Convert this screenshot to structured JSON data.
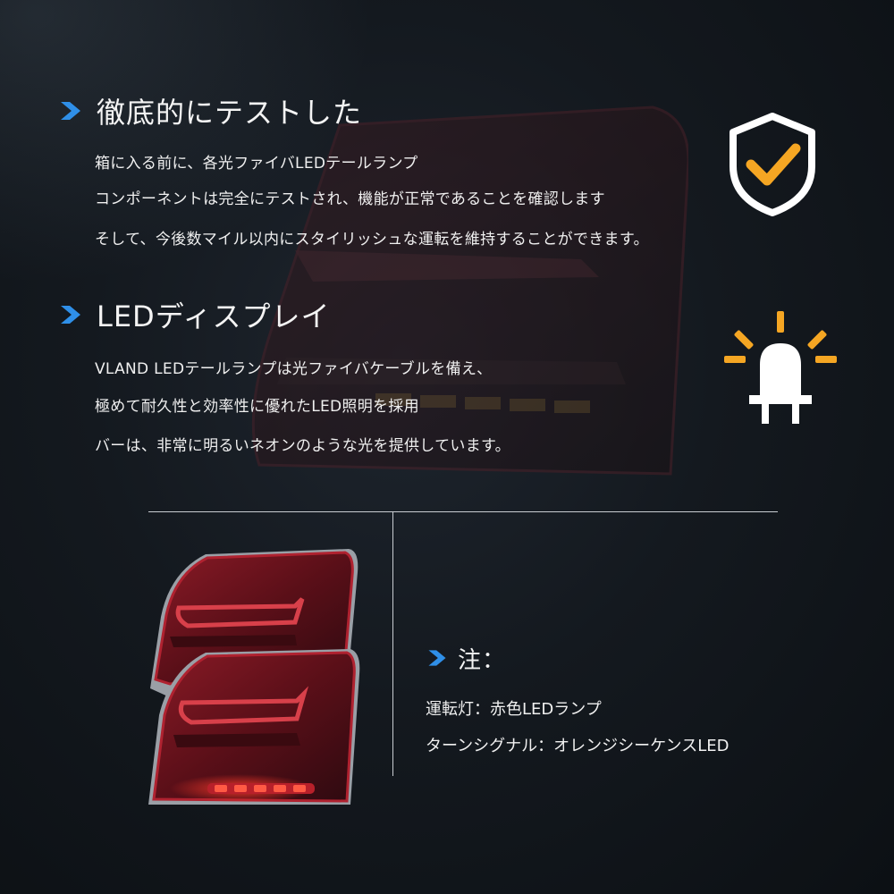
{
  "section1": {
    "title": "徹底的にテストした",
    "lines": [
      "箱に入る前に、各光ファイバLEDテールランプ",
      "コンポーネントは完全にテストされ、機能が正常であることを確認します",
      "そして、今後数マイル以内にスタイリッシュな運転を維持することができます。"
    ],
    "icon": "shield-check-icon"
  },
  "section2": {
    "title": "LEDディスプレイ",
    "lines": [
      "VLAND LEDテールランプは光ファイバケーブルを備え、",
      "極めて耐久性と効率性に優れたLED照明を採用",
      "バーは、非常に明るいネオンのような光を提供しています。"
    ],
    "icon": "led-bulb-icon"
  },
  "note": {
    "title": "注：",
    "lines": [
      "運転灯：赤色LEDランプ",
      "ターンシグナル：オレンジシーケンスLED"
    ]
  },
  "colors": {
    "accent_blue": "#2f8fe8",
    "accent_yellow": "#f5a623",
    "lamp_red": "#7a1420",
    "background": "#14191f"
  }
}
